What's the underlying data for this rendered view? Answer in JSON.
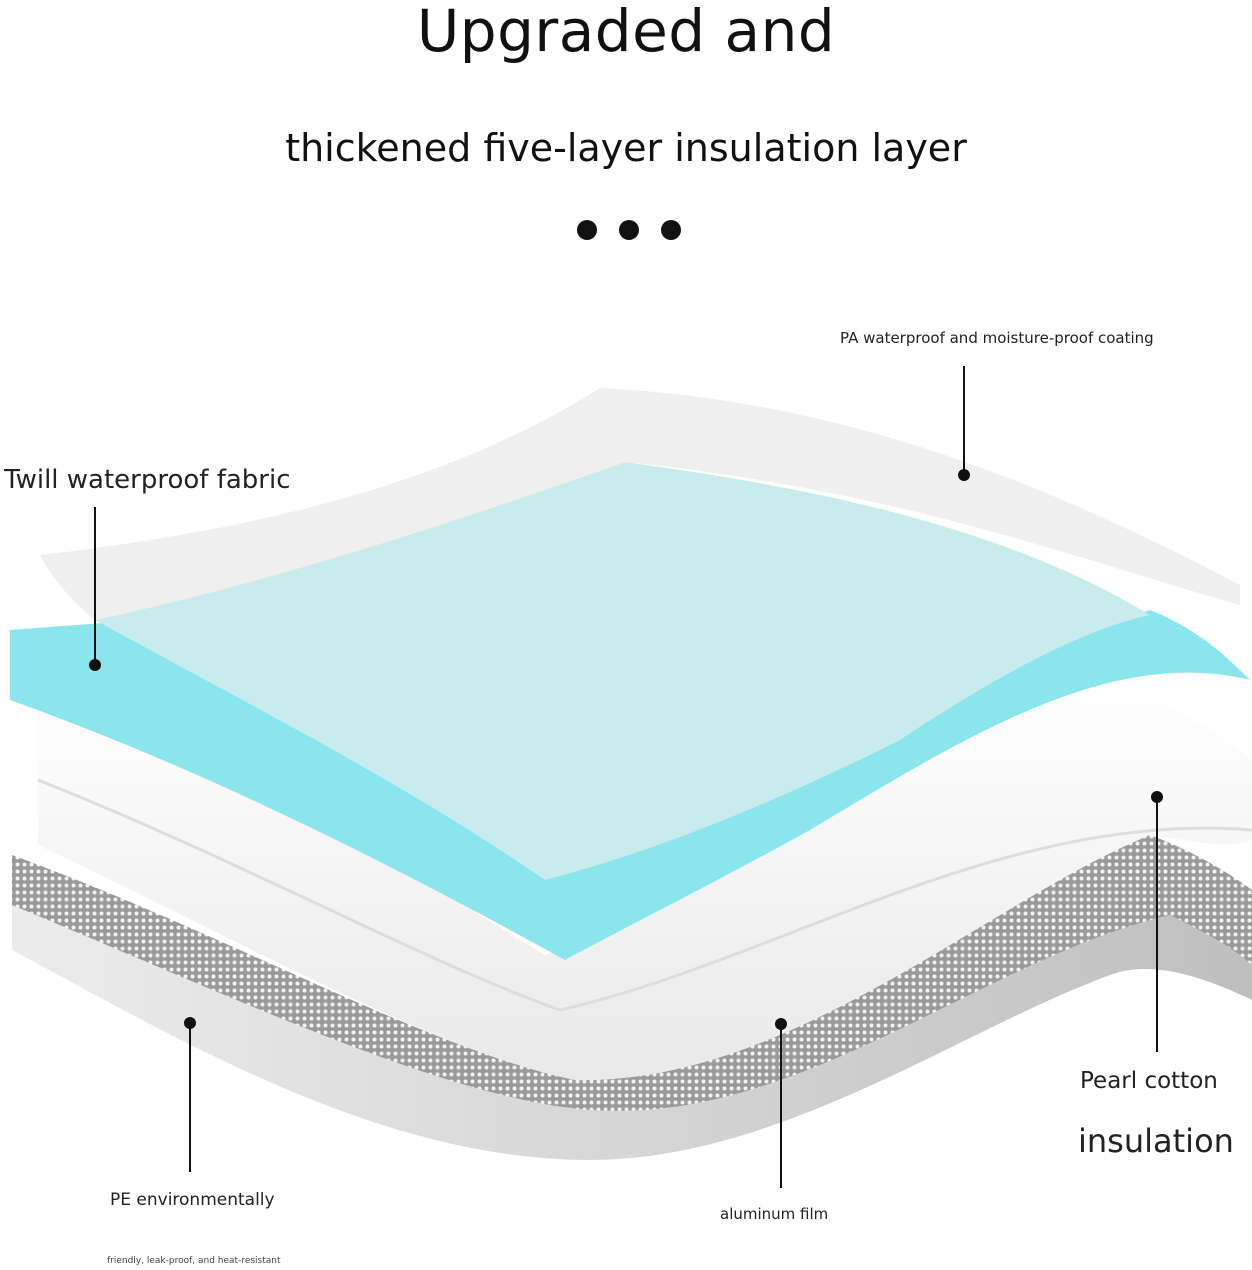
{
  "header": {
    "title": "Upgraded and",
    "subtitle": "thickened five-layer insulation layer"
  },
  "labels": {
    "pa_coating": "PA waterproof and moisture-proof coating",
    "twill_fabric": "Twill waterproof fabric",
    "pearl_line1": "Pearl cotton",
    "pearl_line2": "insulation",
    "pe_line1": "PE environmentally",
    "pe_line2": "friendly, leak-proof, and heat-resistant",
    "aluminum": "aluminum film"
  },
  "colors": {
    "pa_layer": "#ececec",
    "twill_layer": "#8ae6ec",
    "twill_top": "#c8ecee",
    "pearl_layer": "#f6f6f6",
    "aluminum_layer": "#b8b8b8",
    "pe_layer": "#d9d9d9",
    "ink": "#111111"
  }
}
